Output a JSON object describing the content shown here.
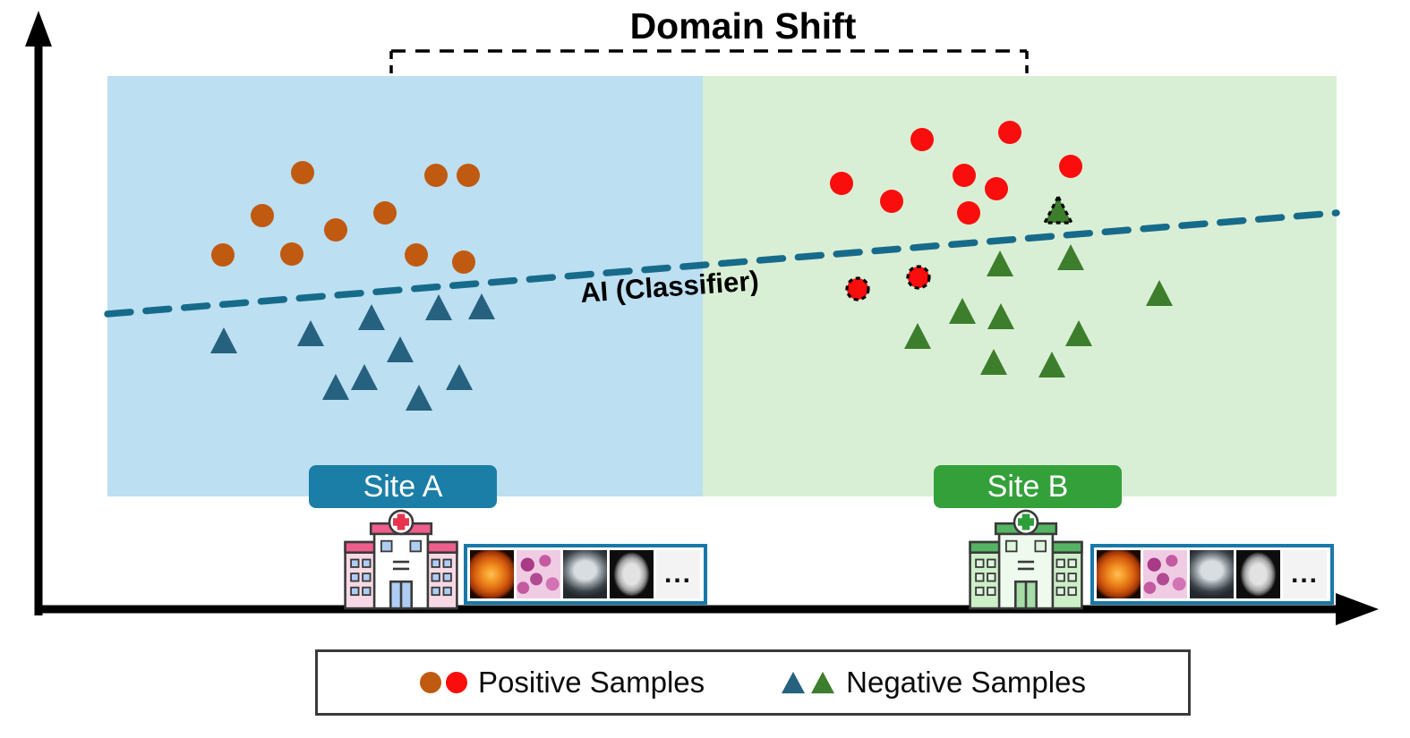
{
  "title": "Domain Shift",
  "classifier": {
    "label": "AI (Classifier)"
  },
  "sites": {
    "a": {
      "label": "Site A",
      "box_color": "#1B7EA6",
      "region_color": "#BCDFF1"
    },
    "b": {
      "label": "Site B",
      "box_color": "#33A03A",
      "region_color": "#D9EFD5"
    }
  },
  "legend": {
    "positive_label": "Positive Samples",
    "negative_label": "Negative Samples"
  },
  "thumbnails": {
    "ellipsis": "..."
  },
  "colors": {
    "site_a_positive": "#C05A11",
    "site_b_positive": "#FA0D0D",
    "site_a_negative": "#26617F",
    "site_b_negative": "#3D7E2C",
    "classifier_line": "#176B8A"
  },
  "chart_data": {
    "type": "scatter",
    "classifier_line": {
      "x1": 120,
      "y1": 351,
      "x2": 1493,
      "y2": 238
    },
    "series": [
      {
        "name": "site-a-positive",
        "marker": "circle",
        "color": "#C05A11",
        "size": 13,
        "points": [
          [
            338,
            193
          ],
          [
            487,
            196
          ],
          [
            523,
            196
          ],
          [
            293,
            241
          ],
          [
            430,
            238
          ],
          [
            375,
            257
          ],
          [
            249,
            285
          ],
          [
            326,
            284
          ],
          [
            465,
            285
          ],
          [
            518,
            293
          ]
        ]
      },
      {
        "name": "site-a-negative",
        "marker": "triangle",
        "color": "#26617F",
        "size": 15,
        "points": [
          [
            250,
            383
          ],
          [
            347,
            375
          ],
          [
            415,
            357
          ],
          [
            447,
            393
          ],
          [
            490,
            346
          ],
          [
            538,
            345
          ],
          [
            375,
            435
          ],
          [
            407,
            424
          ],
          [
            468,
            447
          ],
          [
            513,
            424
          ]
        ]
      },
      {
        "name": "site-b-positive",
        "marker": "circle",
        "color": "#FA0D0D",
        "size": 13,
        "points": [
          [
            1030,
            156
          ],
          [
            1128,
            148
          ],
          [
            940,
            205
          ],
          [
            996,
            225
          ],
          [
            1077,
            196
          ],
          [
            1113,
            211
          ],
          [
            1196,
            186
          ],
          [
            1082,
            238
          ]
        ]
      },
      {
        "name": "site-b-positive-misclassified",
        "marker": "circle",
        "dashed": true,
        "color": "#FA0D0D",
        "size": 12,
        "points": [
          [
            958,
            323
          ],
          [
            1026,
            310
          ]
        ]
      },
      {
        "name": "site-b-negative",
        "marker": "triangle",
        "color": "#3D7E2C",
        "size": 15,
        "points": [
          [
            1117,
            297
          ],
          [
            1196,
            290
          ],
          [
            1295,
            330
          ],
          [
            1075,
            350
          ],
          [
            1118,
            356
          ],
          [
            1205,
            375
          ],
          [
            1025,
            378
          ],
          [
            1110,
            407
          ],
          [
            1175,
            410
          ]
        ]
      },
      {
        "name": "site-b-negative-misclassified",
        "marker": "triangle",
        "dashed": true,
        "color": "#3D7E2C",
        "size": 15,
        "points": [
          [
            1182,
            237
          ]
        ]
      }
    ]
  }
}
